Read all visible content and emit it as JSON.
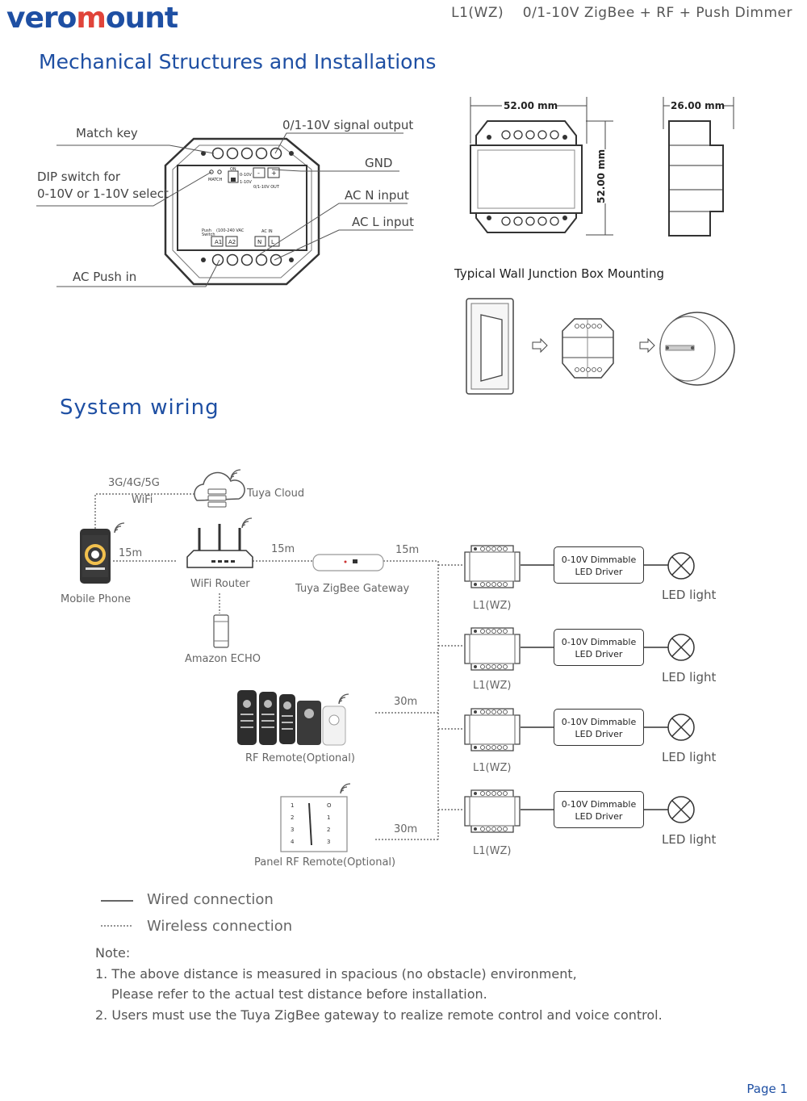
{
  "header": {
    "brand_part1": "vero",
    "brand_o": "m",
    "brand_part2": "ount",
    "model_title": "L1(WZ)    0/1-10V ZigBee + RF + Push Dimmer"
  },
  "mechanical": {
    "title": "Mechanical Structures and Installations",
    "callouts": {
      "match_key": "Match key",
      "dip_line1": "DIP switch for",
      "dip_line2": "0-10V or 1-10V select",
      "ac_push_in": "AC Push in",
      "signal_output": "0/1-10V signal output",
      "gnd": "GND",
      "ac_n": "AC N input",
      "ac_l": "AC L input"
    },
    "board_labels": {
      "match": "MATCH",
      "on": "ON",
      "v010": "0-10V",
      "v110": "1-10V",
      "minus": "-",
      "plus": "+",
      "out": "0/1-10V OUT",
      "push": "Push",
      "switch": "Switch",
      "vac": "(100-240\nVAC",
      "vac_text": "(100-240 VAC",
      "a1": "A1",
      "a2": "A2",
      "acin": "AC IN",
      "n": "N",
      "l": "L"
    },
    "dimensions": {
      "width": "52.00 mm",
      "height": "52.00 mm",
      "depth": "26.00 mm"
    },
    "mounting_title": "Typical Wall Junction Box Mounting"
  },
  "wiring": {
    "title": "System wiring",
    "network_label_1": "3G/4G/5G",
    "network_label_2": "WiFi",
    "cloud": "Tuya Cloud",
    "phone": "Mobile Phone",
    "router": "WiFi Router",
    "gateway": "Tuya ZigBee Gateway",
    "echo": "Amazon ECHO",
    "rf_remote": "RF Remote(Optional)",
    "panel_remote": "Panel RF Remote(Optional)",
    "dist_phone_router": "15m",
    "dist_router_gateway": "15m",
    "dist_gateway_dimmer": "15m",
    "dist_rf": "30m",
    "dist_panel": "30m",
    "dimmers": [
      "L1(WZ)",
      "L1(WZ)",
      "L1(WZ)",
      "L1(WZ)"
    ],
    "driver_line1": "0-10V Dimmable",
    "driver_line2": "LED Driver",
    "led_light": "LED light"
  },
  "legend": {
    "wired": "Wired connection",
    "wireless": "Wireless connection"
  },
  "notes": {
    "title": "Note:",
    "n1_line1": "1. The above distance is measured in spacious (no obstacle) environment,",
    "n1_line2": "Please refer to the actual test distance before installation.",
    "n2": "2. Users must use the Tuya ZigBee gateway to realize remote control and voice control."
  },
  "footer": {
    "page": "Page 1"
  },
  "colors": {
    "accent": "#1e4fa3",
    "brand_o": "#e0443a",
    "line": "#444444"
  }
}
